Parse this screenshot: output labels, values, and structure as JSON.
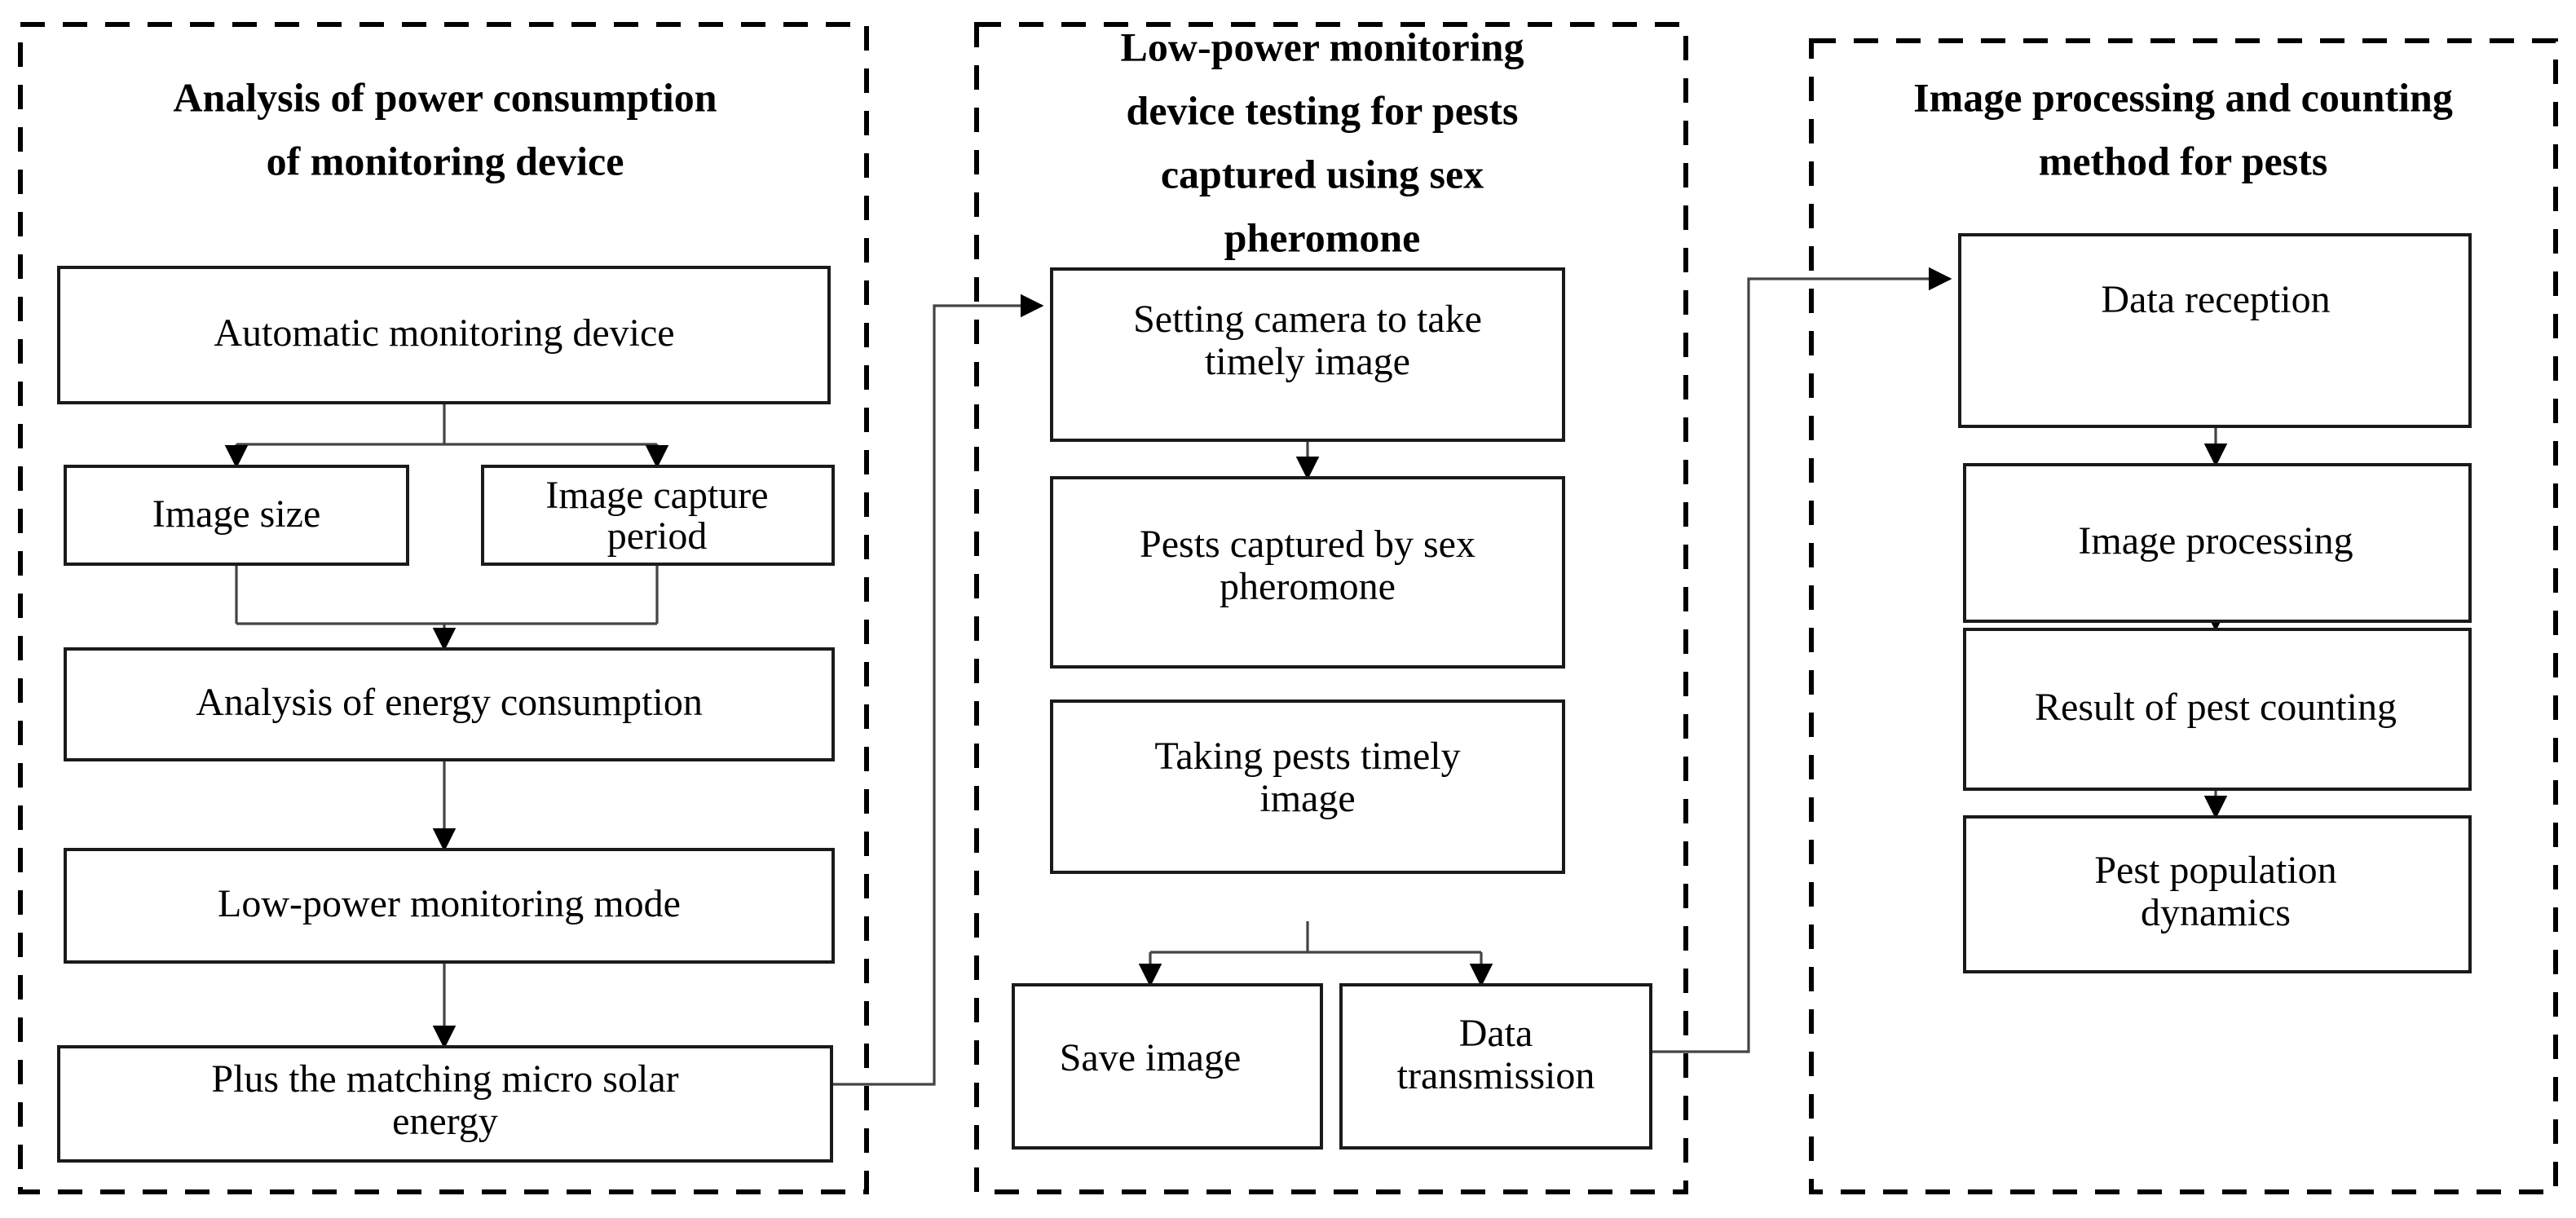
{
  "diagram": {
    "type": "flowchart",
    "orientation": "three-column-horizontal",
    "background": "#ffffff",
    "box_stroke": "#1a1a1a",
    "connector_stroke": "#444444",
    "panel_stroke": "#000000",
    "panels": [
      {
        "id": "panel-power-analysis",
        "title_lines": [
          "Analysis of power consumption",
          "of monitoring device"
        ],
        "nodes": [
          {
            "id": "automatic-monitoring-device",
            "lines": [
              "Automatic monitoring device"
            ]
          },
          {
            "id": "image-size",
            "lines": [
              "Image size"
            ]
          },
          {
            "id": "image-capture-period",
            "lines": [
              "Image capture",
              "period"
            ]
          },
          {
            "id": "analysis-of-energy-consumption",
            "lines": [
              "Analysis of energy consumption"
            ]
          },
          {
            "id": "low-power-monitoring-mode",
            "lines": [
              "Low-power monitoring mode"
            ]
          },
          {
            "id": "plus-matching-micro-solar-energy",
            "lines": [
              "Plus the matching micro solar",
              "energy"
            ]
          }
        ]
      },
      {
        "id": "panel-device-testing",
        "title_lines": [
          "Low-power monitoring",
          "device testing for pests",
          "captured using sex",
          "pheromone"
        ],
        "nodes": [
          {
            "id": "setting-camera-to-take-timely-image",
            "lines": [
              "Setting camera to take",
              "timely image"
            ]
          },
          {
            "id": "pests-captured-by-sex-pheromone",
            "lines": [
              "Pests  captured by sex",
              "pheromone"
            ]
          },
          {
            "id": "taking-pests-timely-image",
            "lines": [
              "Taking pests timely",
              "image"
            ]
          },
          {
            "id": "save-image",
            "lines": [
              "Save image"
            ]
          },
          {
            "id": "data-transmission",
            "lines": [
              "Data",
              "transmission"
            ]
          }
        ]
      },
      {
        "id": "panel-image-processing",
        "title_lines": [
          "Image processing and counting",
          "method for pests"
        ],
        "nodes": [
          {
            "id": "data-reception",
            "lines": [
              "Data reception"
            ]
          },
          {
            "id": "image-processing",
            "lines": [
              "Image processing"
            ]
          },
          {
            "id": "result-of-pest-counting",
            "lines": [
              "Result of pest counting"
            ]
          },
          {
            "id": "pest-population-dynamics",
            "lines": [
              "Pest population",
              "dynamics"
            ]
          }
        ]
      }
    ],
    "edges": [
      {
        "from": "automatic-monitoring-device",
        "to": "image-size"
      },
      {
        "from": "automatic-monitoring-device",
        "to": "image-capture-period"
      },
      {
        "from": "image-size",
        "to": "analysis-of-energy-consumption"
      },
      {
        "from": "image-capture-period",
        "to": "analysis-of-energy-consumption"
      },
      {
        "from": "analysis-of-energy-consumption",
        "to": "low-power-monitoring-mode"
      },
      {
        "from": "low-power-monitoring-mode",
        "to": "plus-matching-micro-solar-energy"
      },
      {
        "from": "plus-matching-micro-solar-energy",
        "to": "setting-camera-to-take-timely-image"
      },
      {
        "from": "setting-camera-to-take-timely-image",
        "to": "pests-captured-by-sex-pheromone"
      },
      {
        "from": "pests-captured-by-sex-pheromone",
        "to": "taking-pests-timely-image"
      },
      {
        "from": "taking-pests-timely-image",
        "to": "save-image"
      },
      {
        "from": "taking-pests-timely-image",
        "to": "data-transmission"
      },
      {
        "from": "data-transmission",
        "to": "data-reception"
      },
      {
        "from": "data-reception",
        "to": "image-processing"
      },
      {
        "from": "image-processing",
        "to": "result-of-pest-counting"
      },
      {
        "from": "result-of-pest-counting",
        "to": "pest-population-dynamics"
      }
    ]
  }
}
